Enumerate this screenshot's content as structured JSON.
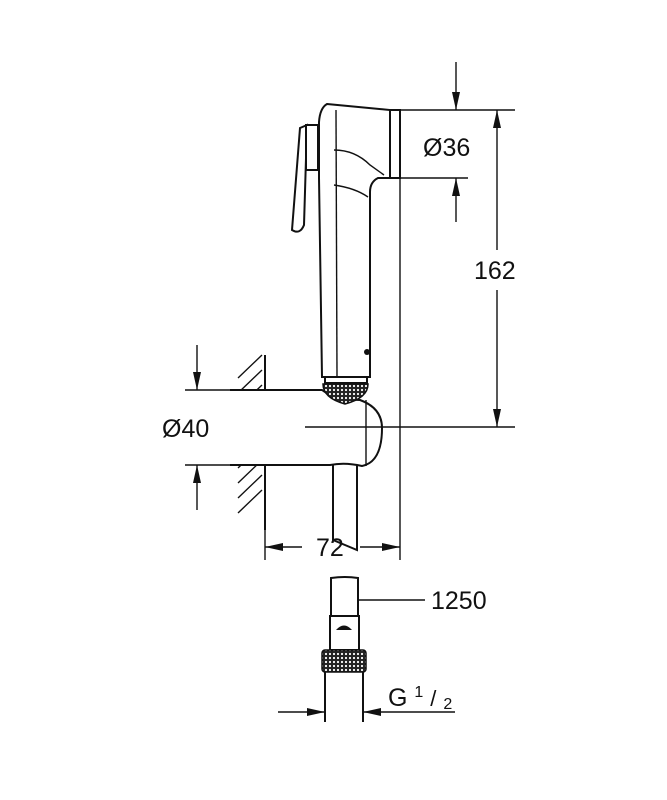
{
  "dimensions": {
    "spray_diameter": "Ø36",
    "height": "162",
    "holder_diameter": "Ø40",
    "depth": "72",
    "hose_length": "1250",
    "thread_main": "G",
    "thread_num": "1",
    "thread_den": "2"
  }
}
